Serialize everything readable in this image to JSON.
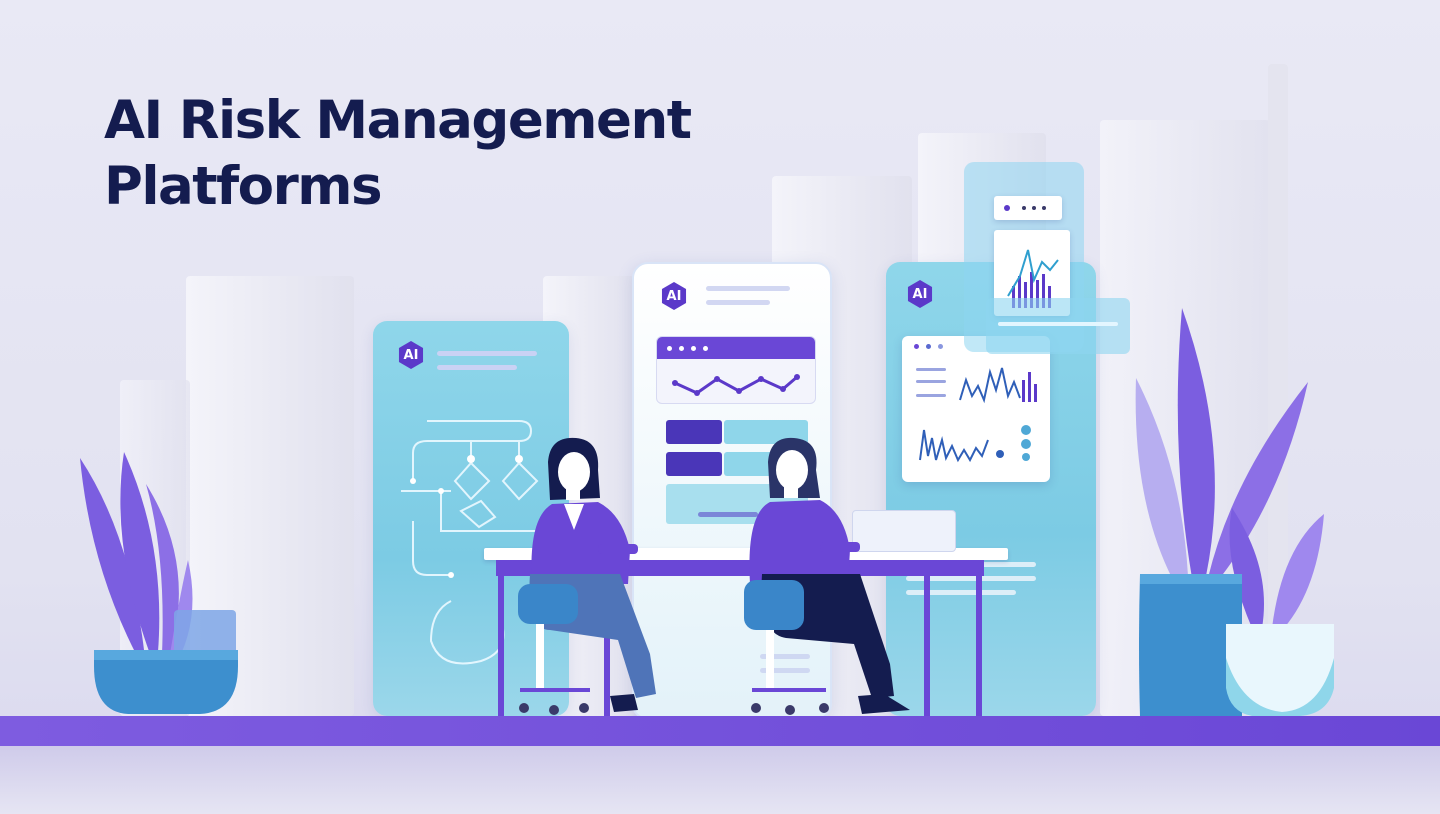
{
  "title": {
    "line1": "AI Risk Management",
    "line2": "Platforms"
  },
  "badges": {
    "left": "AI",
    "center": "AI",
    "right": "AI"
  },
  "colors": {
    "title": "#141c4f",
    "accent_purple": "#6a47d6",
    "panel_cyan": "#7ccbe4",
    "background": "#e4e4f2"
  },
  "icons": [
    "circuit-diagram-icon",
    "line-chart-icon",
    "bar-chart-icon",
    "plant-icon",
    "person-icon",
    "laptop-icon"
  ]
}
